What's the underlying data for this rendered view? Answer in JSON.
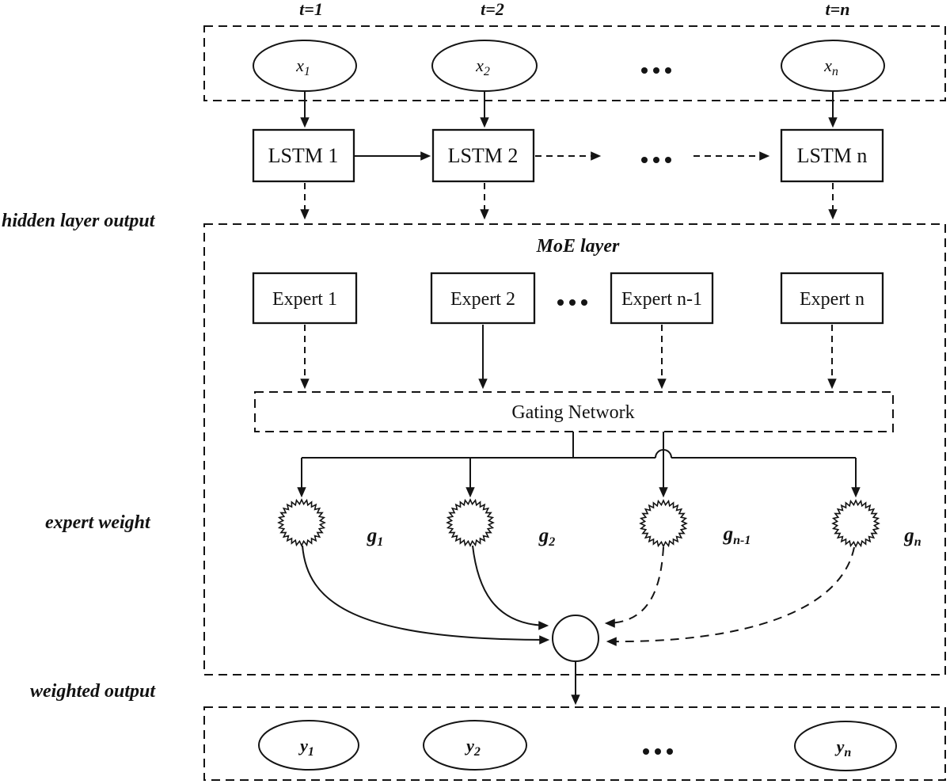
{
  "figure": {
    "time_labels": [
      "t=1",
      "t=2",
      "t=n"
    ],
    "inputs": [
      {
        "base": "x",
        "sub": "1"
      },
      {
        "base": "x",
        "sub": "2"
      },
      {
        "base": "x",
        "sub": "n"
      }
    ],
    "lstm_nodes": [
      "LSTM 1",
      "LSTM 2",
      "LSTM n"
    ],
    "side_labels": {
      "hidden": "hidden layer output",
      "expert_weight": "expert weight",
      "weighted_output": "weighted output"
    },
    "moe_layer_label": "MoE layer",
    "experts": [
      "Expert 1",
      "Expert 2",
      "Expert n-1",
      "Expert n"
    ],
    "gating_label": "Gating Network",
    "gates": [
      {
        "base": "g",
        "sub": "1"
      },
      {
        "base": "g",
        "sub": "2"
      },
      {
        "base": "g",
        "sub": "n-1"
      },
      {
        "base": "g",
        "sub": "n"
      }
    ],
    "outputs": [
      {
        "base": "y",
        "sub": "1"
      },
      {
        "base": "y",
        "sub": "2"
      },
      {
        "base": "y",
        "sub": "n"
      }
    ],
    "ellipsis": ". . ."
  },
  "colors": {
    "ink": "#141414",
    "background": "#ffffff"
  }
}
